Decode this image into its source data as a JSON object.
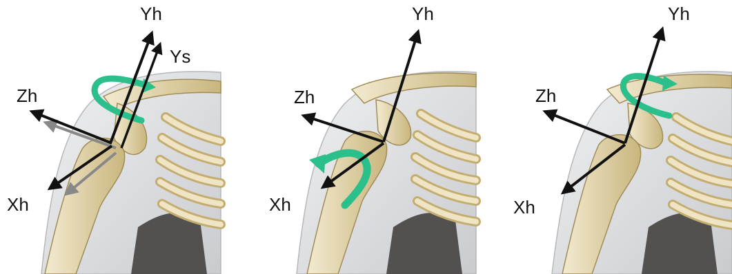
{
  "colors": {
    "axis": "#111111",
    "scapular_axis": "#888888",
    "rotation_arrow": "#2bbf8c",
    "bone": "#e8dcae",
    "bone_shadow": "#b9a56f",
    "tissue": "#d4d6d9",
    "muscle_dark": "#3c3a37"
  },
  "panels": [
    {
      "labels": {
        "y": "Yh",
        "z": "Zh",
        "x": "Xh",
        "ys": "Ys"
      },
      "rotation_about": "Yh"
    },
    {
      "labels": {
        "y": "Yh",
        "z": "Zh",
        "x": "Xh"
      },
      "rotation_about": "Xh"
    },
    {
      "labels": {
        "y": "Yh",
        "z": "Zh",
        "x": "Xh"
      },
      "rotation_about": "Yh"
    }
  ]
}
